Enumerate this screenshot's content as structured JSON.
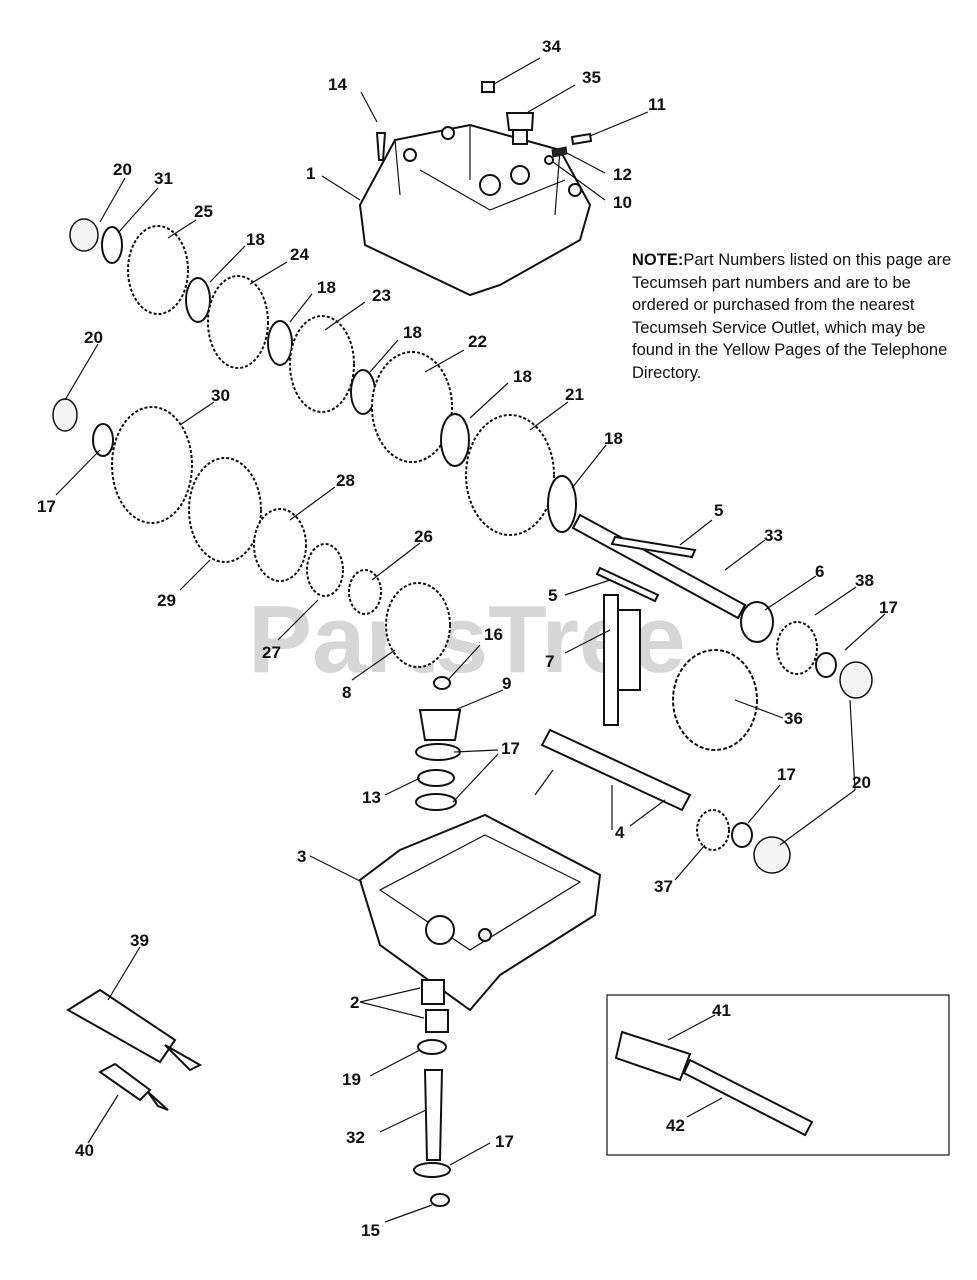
{
  "note": {
    "prefix": "NOTE:",
    "body": "Part Numbers listed on this page are Tecumseh part numbers and are to be ordered or purchased from the nearest Tecumseh Service Outlet, which may be found in the Yellow Pages of the Telephone Directory."
  },
  "watermark": "PartsTree",
  "labels": {
    "l34": "34",
    "l35": "35",
    "l14": "14",
    "l11": "11",
    "l12": "12",
    "l10": "10",
    "l1": "1",
    "l20a": "20",
    "l31": "31",
    "l25": "25",
    "l18a": "18",
    "l24": "24",
    "l18b": "18",
    "l23": "23",
    "l18c": "18",
    "l22": "22",
    "l18d": "18",
    "l21": "21",
    "l18e": "18",
    "l20b": "20",
    "l30": "30",
    "l17a": "17",
    "l28": "28",
    "l29": "29",
    "l27": "27",
    "l26": "26",
    "l8": "8",
    "l5a": "5",
    "l33": "33",
    "l5b": "5",
    "l6": "6",
    "l38": "38",
    "l17b": "17",
    "l7": "7",
    "l16": "16",
    "l9": "9",
    "l36": "36",
    "l17c": "17",
    "l13": "13",
    "l4": "4",
    "l17d": "17",
    "l20c": "20",
    "l37": "37",
    "l3": "3",
    "l39": "39",
    "l2": "2",
    "l19": "19",
    "l32": "32",
    "l17e": "17",
    "l40": "40",
    "l15": "15",
    "l41": "41",
    "l42": "42"
  }
}
